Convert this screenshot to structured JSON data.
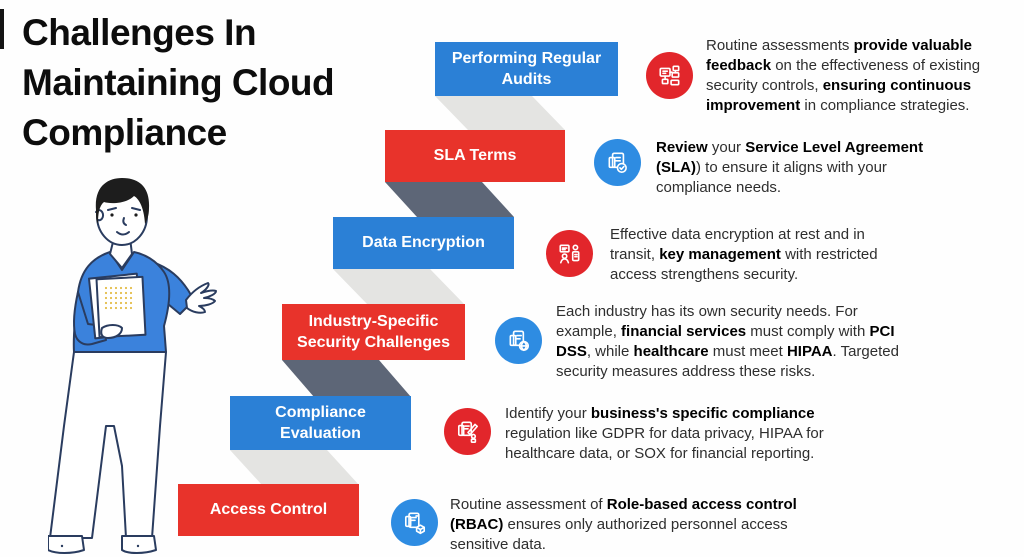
{
  "title": {
    "text": "Challenges In\nMaintaining Cloud\nCompliance"
  },
  "colors": {
    "box_blue": "#2b80d6",
    "box_red": "#e8332b",
    "icon_blue": "#2e8ce2",
    "icon_red": "#e2262b",
    "ribbon_light": "#e4e4e2",
    "ribbon_dark": "#5d6677",
    "title_text": "#0d0d0d",
    "body_text": "#2e2e2e"
  },
  "illustration": {
    "name": "man-presenting-document"
  },
  "steps": [
    {
      "label": "Performing Regular\nAudits",
      "box_color": "blue",
      "icon": "audit-flowchart-icon",
      "icon_color": "red",
      "description": [
        {
          "t": "Routine assessments ",
          "b": 0
        },
        {
          "t": "provide valuable feedback",
          "b": 1
        },
        {
          "t": " on the effectiveness of existing security controls, ",
          "b": 0
        },
        {
          "t": "ensuring continuous improvement",
          "b": 1
        },
        {
          "t": " in compliance strategies.",
          "b": 0
        }
      ]
    },
    {
      "label": "SLA Terms",
      "box_color": "red",
      "icon": "document-check-icon",
      "icon_color": "blue",
      "description": [
        {
          "t": "Review",
          "b": 1
        },
        {
          "t": " your ",
          "b": 0
        },
        {
          "t": "Service Level Agreement (SLA)",
          "b": 1
        },
        {
          "t": ") to ensure it aligns with your compliance needs.",
          "b": 0
        }
      ]
    },
    {
      "label": "Data Encryption",
      "box_color": "blue",
      "icon": "people-discussion-icon",
      "icon_color": "red",
      "description": [
        {
          "t": "Effective data encryption at rest and in transit, ",
          "b": 0
        },
        {
          "t": "key management",
          "b": 1
        },
        {
          "t": " with restricted access strengthens security.",
          "b": 0
        }
      ]
    },
    {
      "label": "Industry-Specific\nSecurity Challenges",
      "box_color": "red",
      "icon": "device-globe-icon",
      "icon_color": "blue",
      "description": [
        {
          "t": "Each industry has its own security needs. For example, ",
          "b": 0
        },
        {
          "t": "financial services",
          "b": 1
        },
        {
          "t": " must comply with ",
          "b": 0
        },
        {
          "t": "PCI DSS",
          "b": 1
        },
        {
          "t": ", while ",
          "b": 0
        },
        {
          "t": "healthcare",
          "b": 1
        },
        {
          "t": " must meet ",
          "b": 0
        },
        {
          "t": "HIPAA",
          "b": 1
        },
        {
          "t": ". Targeted security measures address these risks.",
          "b": 0
        }
      ]
    },
    {
      "label": "Compliance\nEvaluation",
      "box_color": "blue",
      "icon": "document-edit-icon",
      "icon_color": "red",
      "description": [
        {
          "t": "Identify your ",
          "b": 0
        },
        {
          "t": "business's specific compliance",
          "b": 1
        },
        {
          "t": " regulation like GDPR for data privacy, HIPAA for healthcare data, or SOX for financial reporting.",
          "b": 0
        }
      ]
    },
    {
      "label": "Access Control",
      "box_color": "red",
      "icon": "document-lock-icon",
      "icon_color": "blue",
      "description": [
        {
          "t": "Routine assessment of ",
          "b": 0
        },
        {
          "t": "Role-based access control (RBAC)",
          "b": 1
        },
        {
          "t": " ensures only authorized personnel access sensitive data.",
          "b": 0
        }
      ]
    }
  ]
}
